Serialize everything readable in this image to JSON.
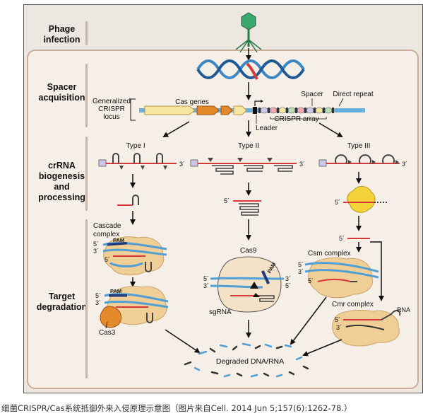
{
  "stages": {
    "phage_infection": "Phage\ninfection",
    "spacer_acquisition": "Spacer\nacquisition",
    "crrna_biogenesis": "crRNA\nbiogenesis\nand\nprocessing",
    "target_degradation": "Target\ndegradation"
  },
  "labels": {
    "generalized_locus": "Generalized\nCRISPR\nlocus",
    "cas_genes": "Cas genes",
    "spacer": "Spacer",
    "direct_repeat": "Direct repeat",
    "crispr_array": "CRISPR array",
    "leader": "Leader",
    "type_i": "Type I",
    "type_ii": "Type II",
    "type_iii": "Type III",
    "three_prime": "3´",
    "five_prime": "5´",
    "cascade_complex": "Cascade\ncomplex",
    "pam": "PAM",
    "cas3": "Cas3",
    "cas9": "Cas9",
    "sgrna": "sgRNA",
    "csm_complex": "Csm complex",
    "cmr_complex": "Cmr complex",
    "rna": "RNA",
    "degraded": "Degraded DNA/RNA"
  },
  "caption": "细菌CRISPR/Cas系统抵御外来入侵原理示意图（图片来自Cell. 2014 Jun 5;157(6):1262-78.）",
  "colors": {
    "dna_blue": "#4f9fd4",
    "red": "#d63a3a",
    "cas_yellow": "#f7e6a0",
    "orange": "#e58a2a",
    "protein": "#f0cf96",
    "background": "#ece7e1",
    "panel": "#f6efe8"
  }
}
